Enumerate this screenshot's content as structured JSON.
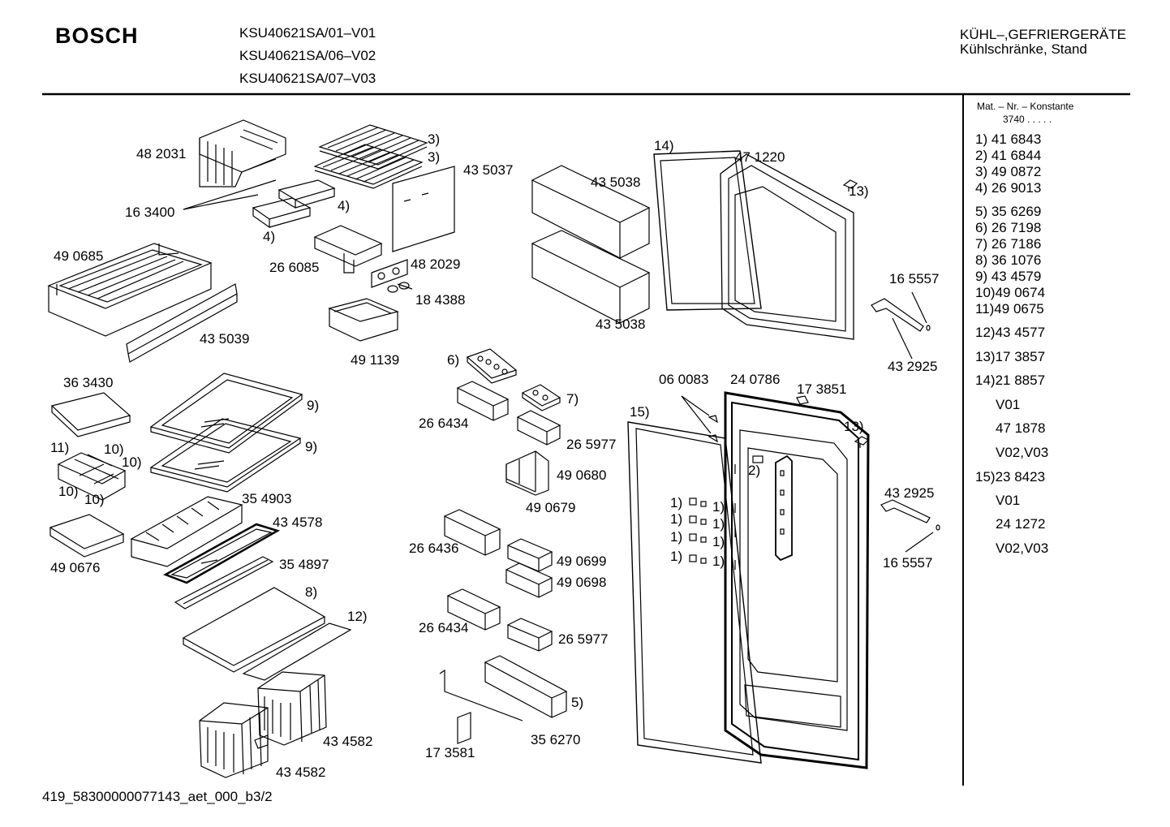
{
  "header": {
    "brand": "BOSCH",
    "models": [
      "KSU40621SA/01–V01",
      "KSU40621SA/06–V02",
      "KSU40621SA/07–V03"
    ],
    "category_line1": "KÜHL–,GEFRIERGERÄTE",
    "category_line2": "Kühlschränke, Stand"
  },
  "sidebar": {
    "title": "Mat. – Nr. – Konstante",
    "constant": "3740 .  .  .  .  .",
    "items": [
      "1)  41 6843",
      "2)  41 6844",
      "3)  49 0872",
      "4)  26 9013",
      "5)  35 6269",
      "6)  26 7198",
      "7)  26 7186",
      "8)  36 1076",
      "9)  43 4579",
      "10)49 0674",
      "11)49 0675",
      "12)43 4577",
      "13)17 3857",
      "14)21 8857",
      "V01",
      "47 1878",
      "V02,V03",
      "15)23 8423",
      "V01",
      "24 1272",
      "V02,V03"
    ]
  },
  "labels": {
    "l482031": "48 2031",
    "l163400": "16 3400",
    "l3a": "3)",
    "l3b": "3)",
    "l4a": "4)",
    "l4b": "4)",
    "l435037": "43 5037",
    "l266085": "26 6085",
    "l482029": "48 2029",
    "l184388": "18 4388",
    "l491139": "49 1139",
    "l490685": "49 0685",
    "l435039": "43 5039",
    "l435038a": "43 5038",
    "l435038b": "43 5038",
    "l14": "14)",
    "l471220": "47 1220",
    "l13a": "13)",
    "l165557a": "16 5557",
    "l432925a": "43 2925",
    "l363430": "36 3430",
    "l9a": "9)",
    "l9b": "9)",
    "l11": "11)",
    "l10a": "10)",
    "l10b": "10)",
    "l10c": "10)",
    "l10d": "10)",
    "l490676": "49 0676",
    "l354903": "35 4903",
    "l434578": "43 4578",
    "l354897": "35 4897",
    "l8": "8)",
    "l12": "12)",
    "l434582a": "43 4582",
    "l434582b": "43 4582",
    "l6": "6)",
    "l7": "7)",
    "l266434a": "26 6434",
    "l265977a": "26 5977",
    "l490680": "49 0680",
    "l490679": "49 0679",
    "l266436": "26 6436",
    "l490699": "49 0699",
    "l490698": "49 0698",
    "l266434b": "26 6434",
    "l265977b": "26 5977",
    "l5": "5)",
    "l173581": "17 3581",
    "l356270": "35 6270",
    "l060083": "06 0083",
    "l240786": "24 0786",
    "l173851": "17 3851",
    "l15": "15)",
    "l13b": "13)",
    "l2": "2)",
    "l432925b": "43 2925",
    "l165557b": "16 5557",
    "l1a": "1)",
    "l1b": "1)",
    "l1c": "1)",
    "l1d": "1)",
    "l1e": "1)",
    "l1f": "1)",
    "l1g": "1)",
    "l1h": "1)"
  },
  "footer": {
    "code": "419_58300000077143_aet_000_b",
    "page": "3/2"
  }
}
